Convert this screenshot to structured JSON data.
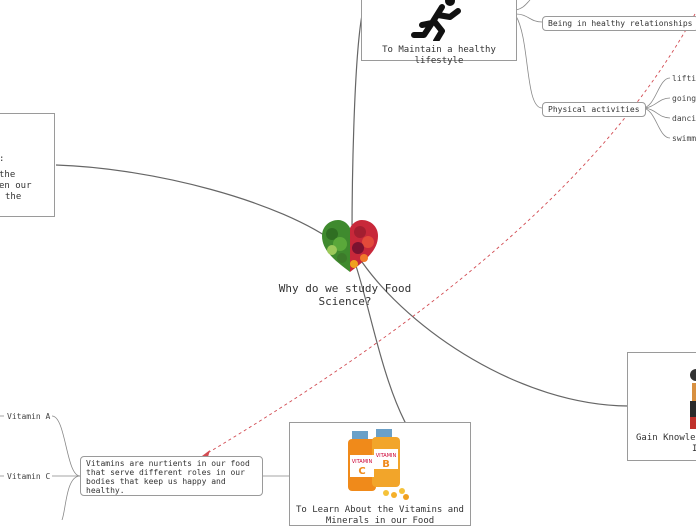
{
  "central_topic": {
    "title": "Why do we study Food Science?",
    "image_icon": "vegetable-heart-icon"
  },
  "branches": {
    "lifestyle": {
      "title": "To Maintain a healthy lifestyle",
      "image_icon": "running-person-icon",
      "subtopics": {
        "relationships": "Being in healthy relationships",
        "physical": {
          "label": "Physical activities",
          "items": [
            "lifti",
            "going",
            "danci",
            "swimm"
          ]
        }
      }
    },
    "left_topic": {
      "lines": [
        "the",
        "en our",
        "the"
      ]
    },
    "vitamins": {
      "title": "To Learn About the Vitamins and Minerals in our Food",
      "image_icon": "vitamin-bottles-icon",
      "bottle_labels": [
        "VITAMIN",
        "C",
        "VITAMIN",
        "B"
      ],
      "description": "Vitamins are nurtients in our food that serve different roles in our bodies that keep us happy and healthy.",
      "items": [
        "Vitamin A",
        "Vitamin C"
      ]
    },
    "knowledge": {
      "title": "Gain Knowle",
      "title_line2": "I",
      "image_icon": "person-icon"
    }
  },
  "colors": {
    "connector": "#666666",
    "relationship_dashed": "#d24b52",
    "border": "#9a9a9a"
  }
}
